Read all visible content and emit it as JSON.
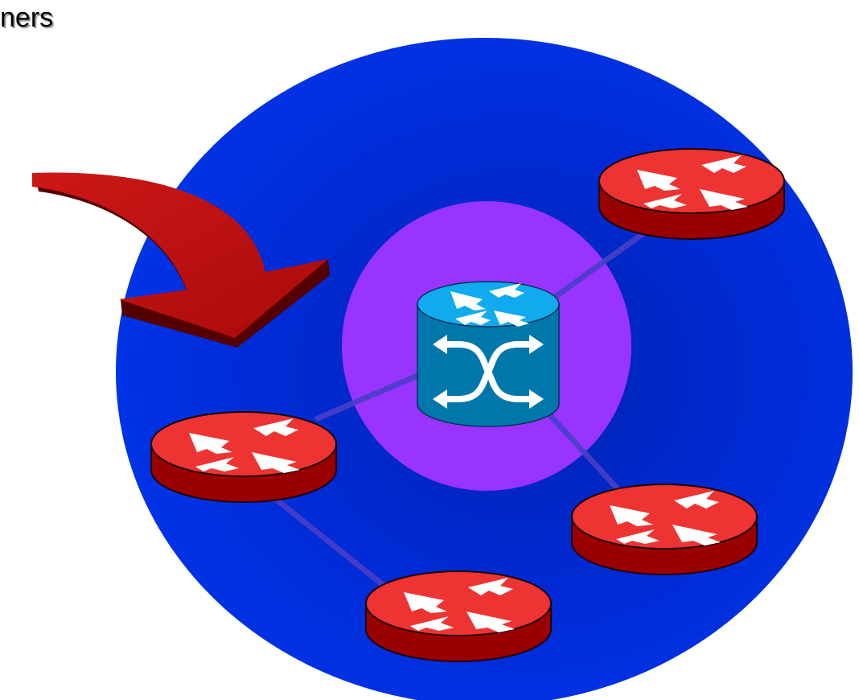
{
  "caption": "ners",
  "colors": {
    "cloud": "#0033e6",
    "core_zone": "#9933ff",
    "link": "#4a3fc8",
    "router_top": "#ee3333",
    "router_side": "#990000",
    "switch_top": "#11aaee",
    "switch_side": "#0077aa",
    "arrow": "#bb1111",
    "arrow_shadow": "#550000"
  },
  "icons": {
    "pointer": "curved-arrow-icon",
    "router": "router-icon",
    "switch": "atm-switch-icon"
  },
  "nodes": [
    {
      "id": "switch",
      "kind": "switch"
    },
    {
      "id": "router-top-right",
      "kind": "router"
    },
    {
      "id": "router-left",
      "kind": "router"
    },
    {
      "id": "router-right",
      "kind": "router"
    },
    {
      "id": "router-bottom",
      "kind": "router"
    }
  ],
  "links": [
    {
      "from": "switch",
      "to": "router-top-right"
    },
    {
      "from": "switch",
      "to": "router-left"
    },
    {
      "from": "switch",
      "to": "router-right"
    },
    {
      "from": "router-left",
      "to": "router-bottom"
    }
  ]
}
